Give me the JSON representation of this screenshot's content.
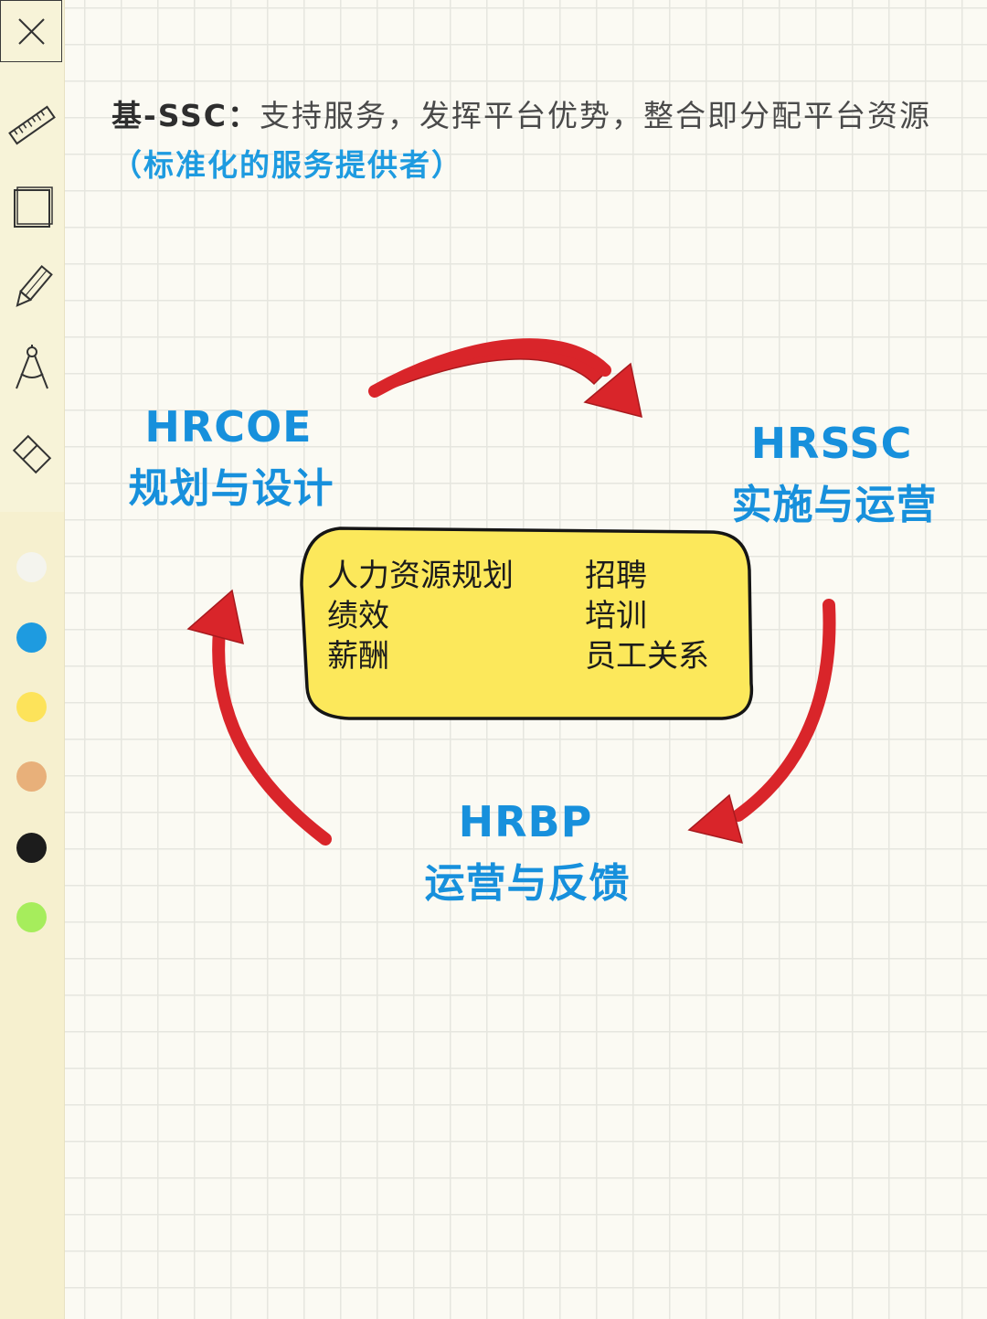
{
  "header": {
    "prefix": "基-SSC：",
    "text": "支持服务，发挥平台优势，整合即分配平台资源",
    "accent": "（标准化的服务提供者）"
  },
  "nodes": {
    "coe": {
      "title": "HRCOE",
      "subtitle": "规划与设计"
    },
    "ssc": {
      "title": "HRSSC",
      "subtitle": "实施与运营"
    },
    "bp": {
      "title": "HRBP",
      "subtitle": "运营与反馈"
    }
  },
  "center_box": {
    "left_items": [
      "人力资源规划",
      "绩效",
      "薪酬"
    ],
    "right_items": [
      "招聘",
      "培训",
      "员工关系"
    ]
  },
  "toolbar": {
    "tools": [
      "ruler-icon",
      "square-icon",
      "pencil-icon",
      "compass-icon",
      "eraser-icon"
    ],
    "swatches": [
      "#f4f4ee",
      "#1e9be0",
      "#fde35a",
      "#e8b07a",
      "#1c1c1c",
      "#a6ed5c"
    ]
  },
  "colors": {
    "accent_blue": "#1790dc",
    "highlight_green": "#a6ed5c",
    "box_yellow": "#fce85b",
    "arrow_red": "#d9252a"
  }
}
